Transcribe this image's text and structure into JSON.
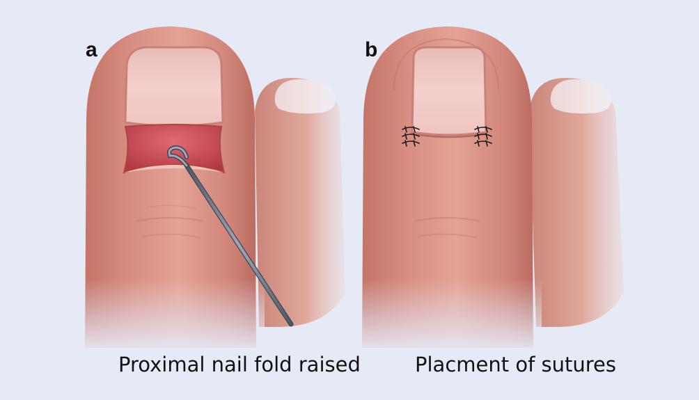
{
  "panels": [
    {
      "letter": "a",
      "caption": "Proximal nail fold raised"
    },
    {
      "letter": "b",
      "caption": "Placment of sutures"
    }
  ],
  "colors": {
    "background": "#e6eaf6",
    "skin": "#d88e82",
    "skin_shadow": "#c06e63",
    "nail": "#f2c9c5",
    "wound": "#b83b47",
    "instrument": "#707888",
    "suture": "#1a1a1a"
  }
}
